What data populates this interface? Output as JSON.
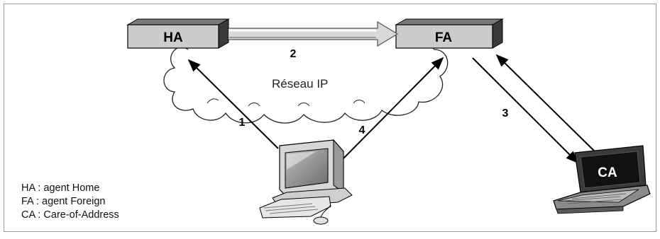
{
  "nodes": {
    "home_agent": "HA",
    "foreign_agent": "FA",
    "care_of_address": "CA"
  },
  "network_label": "Réseau IP",
  "steps": {
    "step1": "1",
    "step2": "2",
    "step3": "3",
    "step4": "4"
  },
  "legend": {
    "items": [
      "HA : agent Home",
      "FA : agent Foreign",
      "CA : Care-of-Address"
    ]
  },
  "colors": {
    "box_front": "#cccccc",
    "box_top": "#7a7a7a",
    "box_side": "#3a3a3a",
    "arrow": "#000000"
  }
}
